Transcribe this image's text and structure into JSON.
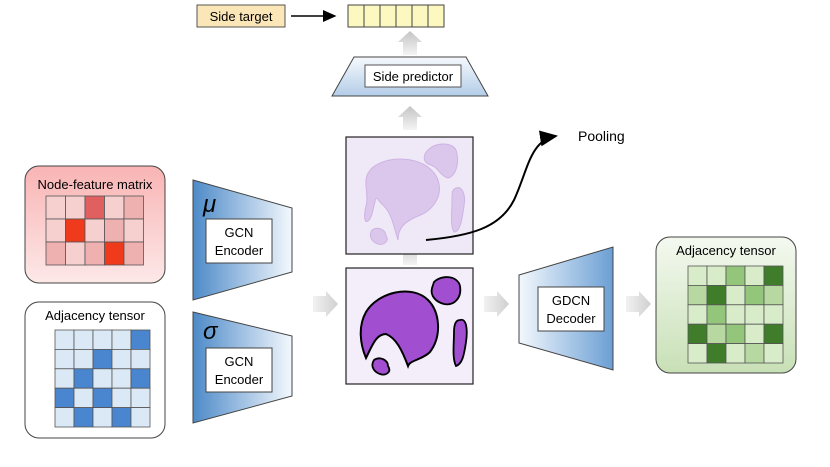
{
  "side_target": {
    "label": "Side target",
    "output_cells": 6
  },
  "side_predictor": {
    "label": "Side predictor"
  },
  "pooling": {
    "label": "Pooling"
  },
  "node_feature_matrix": {
    "label": "Node-feature matrix",
    "grid": [
      [
        0,
        0,
        2,
        0,
        1
      ],
      [
        0,
        3,
        0,
        1,
        0
      ],
      [
        1,
        0,
        1,
        3,
        1
      ]
    ]
  },
  "adjacency_input": {
    "label": "Adjacency tensor",
    "grid": [
      [
        0,
        0,
        0,
        0,
        1
      ],
      [
        0,
        0,
        1,
        0,
        0
      ],
      [
        0,
        1,
        0,
        0,
        1
      ],
      [
        1,
        0,
        1,
        0,
        0
      ],
      [
        0,
        1,
        0,
        1,
        0
      ]
    ]
  },
  "encoder_mu": {
    "symbol": "μ",
    "line1": "GCN",
    "line2": "Encoder"
  },
  "encoder_sigma": {
    "symbol": "σ",
    "line1": "GCN",
    "line2": "Encoder"
  },
  "decoder": {
    "line1": "GDCN",
    "line2": "Decoder"
  },
  "adjacency_output": {
    "label": "Adjacency tensor",
    "grid": [
      [
        1,
        1,
        2,
        1,
        3
      ],
      [
        0,
        3,
        1,
        2,
        0
      ],
      [
        1,
        2,
        1,
        1,
        1
      ],
      [
        3,
        0,
        2,
        1,
        3
      ],
      [
        1,
        3,
        1,
        0,
        1
      ]
    ]
  },
  "colors": {
    "node_palette": [
      "#f6cfcf",
      "#efb0b0",
      "#e06060",
      "#f03a1c"
    ],
    "adj_in_palette": [
      "#dbe9f7",
      "#4a86cf"
    ],
    "adj_out_palette": [
      "#b7d9a1",
      "#d8ecc9",
      "#93c57a",
      "#3f7d2b"
    ],
    "latent_dark": "#a14fd0",
    "latent_light": "#dcc7ec"
  }
}
